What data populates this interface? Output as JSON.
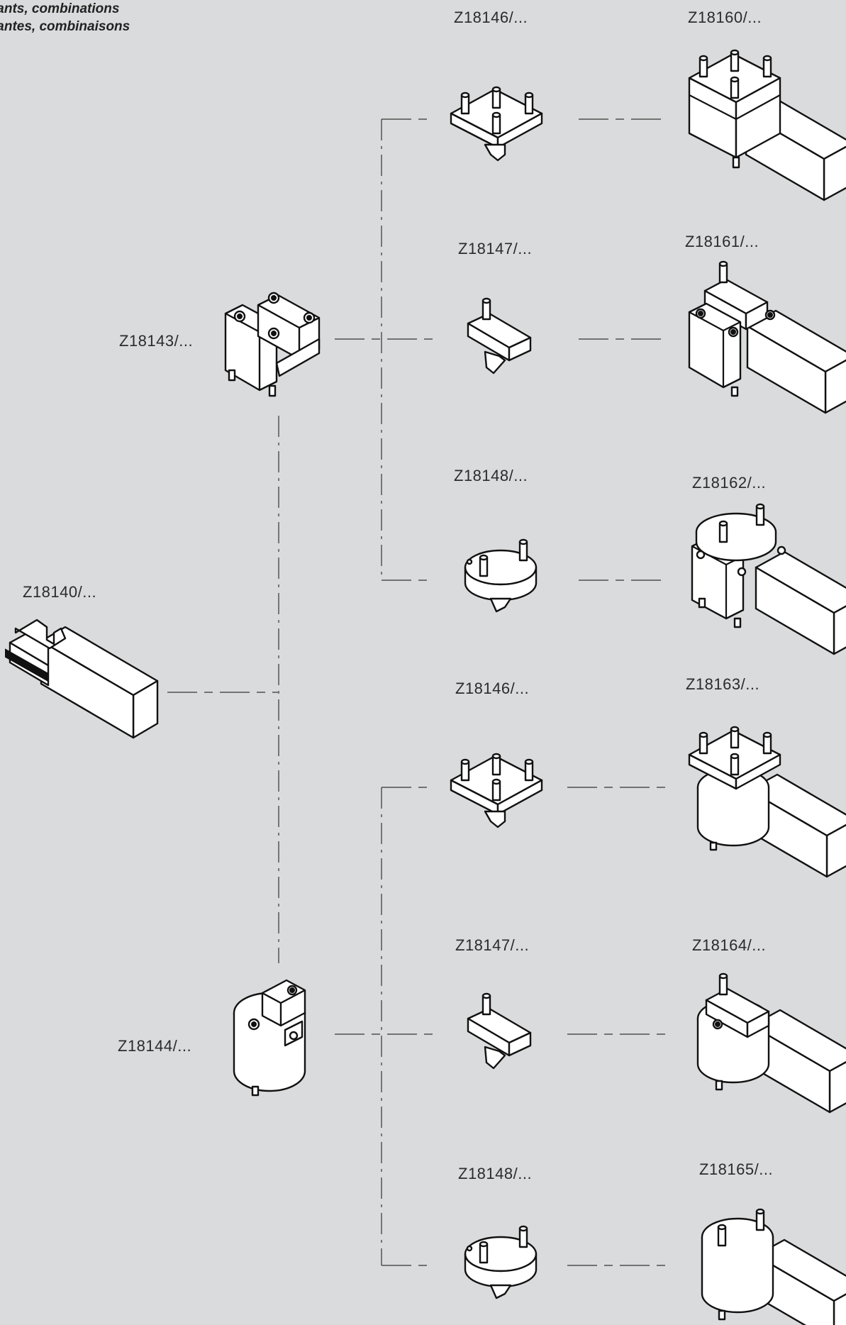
{
  "heading": {
    "line1": "iants, combinations",
    "line2": "iantes, combinaisons"
  },
  "parts": {
    "base": "Z18140/...",
    "adapter_square": "Z18143/...",
    "adapter_round": "Z18144/...",
    "upper": {
      "carrier_1": "Z18146/...",
      "carrier_2": "Z18147/...",
      "carrier_3": "Z18148/...",
      "combo_1": "Z18160/...",
      "combo_2": "Z18161/...",
      "combo_3": "Z18162/..."
    },
    "lower": {
      "carrier_1": "Z18146/...",
      "carrier_2": "Z18147/...",
      "carrier_3": "Z18148/...",
      "combo_1": "Z18163/...",
      "combo_2": "Z18164/...",
      "combo_3": "Z18165/..."
    }
  }
}
